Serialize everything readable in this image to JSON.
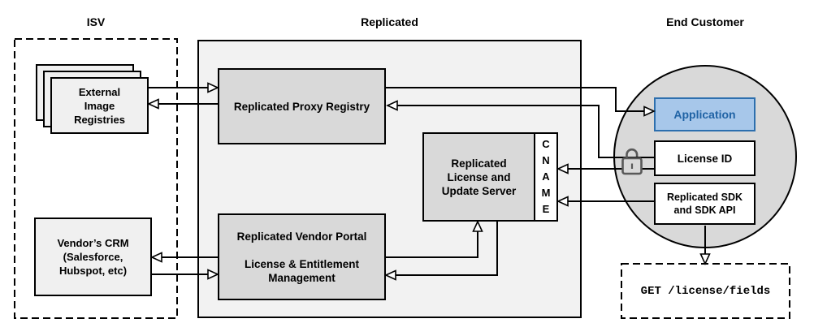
{
  "section_labels": {
    "isv": "ISV",
    "replicated": "Replicated",
    "end_customer": "End Customer"
  },
  "nodes": {
    "external_image_registries": {
      "label": "External\nImage\nRegistries"
    },
    "vendors_crm": {
      "label": "Vendor’s CRM\n(Salesforce,\nHubspot, etc)"
    },
    "replicated_proxy_registry": {
      "label": "Replicated Proxy Registry"
    },
    "replicated_license_update_server": {
      "label": "Replicated\nLicense and\nUpdate Server"
    },
    "cname": {
      "label": "C\nN\nA\nM\nE"
    },
    "replicated_vendor_portal": {
      "label": "Replicated Vendor Portal\n\nLicense & Entitlement\nManagement"
    },
    "application": {
      "label": "Application"
    },
    "license_id": {
      "label": "License ID"
    },
    "replicated_sdk": {
      "label": "Replicated SDK\nand SDK API"
    },
    "get_license_fields": {
      "label": "GET /license/fields"
    }
  },
  "icons": {
    "unlock": "unlock-icon"
  },
  "colors": {
    "application_fill": "#a7c7ea",
    "application_border": "#2d6fae",
    "application_text": "#2063a5",
    "node_fill": "#d9d9d9",
    "container_fill": "#f2f2f2",
    "light_node_fill": "#f0f0f0",
    "circle_fill": "#d9d9d9",
    "stroke": "#000000",
    "lock": "#595959"
  }
}
